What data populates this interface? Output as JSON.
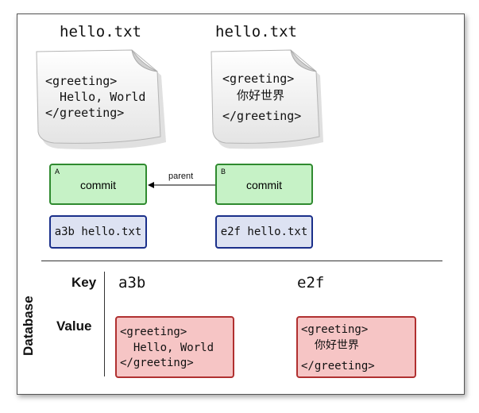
{
  "files": [
    {
      "name": "hello.txt",
      "lines": [
        "<greeting>",
        "  Hello, World",
        "</greeting>"
      ]
    },
    {
      "name": "hello.txt",
      "lines": [
        "<greeting>",
        "  你好世界",
        "</greeting>"
      ]
    }
  ],
  "commits": [
    {
      "id": "A",
      "label": "commit",
      "tree": "a3b hello.txt"
    },
    {
      "id": "B",
      "label": "commit",
      "tree": "e2f hello.txt"
    }
  ],
  "edge_label": "parent",
  "database": {
    "title": "Database",
    "key_header": "Key",
    "value_header": "Value",
    "entries": [
      {
        "key": "a3b",
        "lines": [
          "<greeting>",
          "  Hello, World",
          "</greeting>"
        ]
      },
      {
        "key": "e2f",
        "lines": [
          "<greeting>",
          "  你好世界",
          "</greeting>"
        ]
      }
    ]
  }
}
